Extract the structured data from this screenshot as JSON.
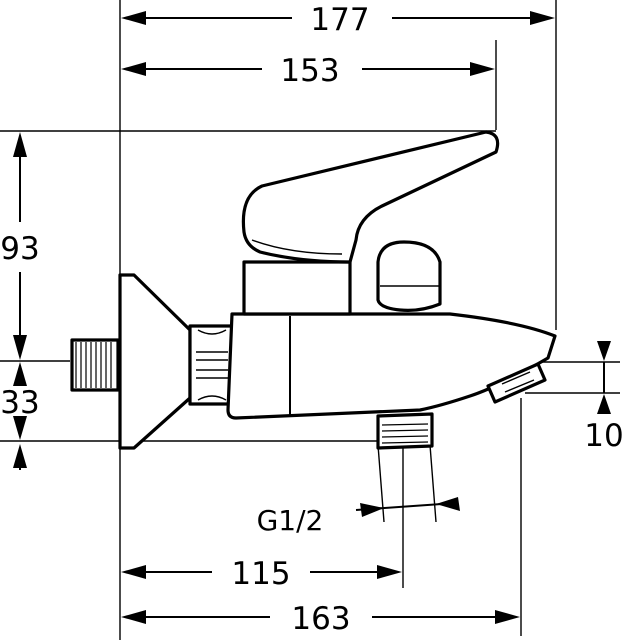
{
  "dimensions": {
    "overall_width": "177",
    "lever_reach": "153",
    "height": "93",
    "inlet_height": "33",
    "spout_height": "10",
    "outlet_thread": "G1/2",
    "outlet_distance": "115",
    "spout_reach": "163"
  }
}
